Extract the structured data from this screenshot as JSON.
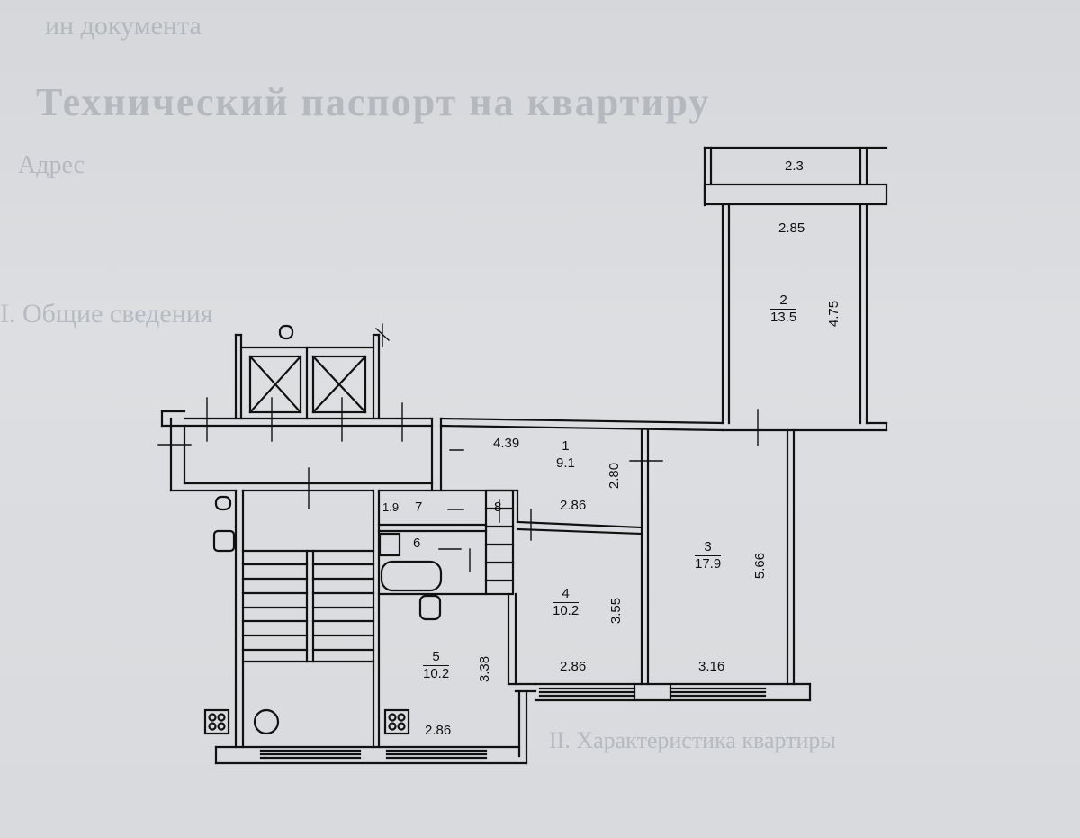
{
  "background_text": {
    "header": "ин документа",
    "doc_title": "Технический паспорт на квартиру",
    "address": "Адрес",
    "section_1": "I. Общие сведения",
    "section_2": "II. Характеристика квартиры"
  },
  "rooms": [
    {
      "number": "1",
      "area": "9.1"
    },
    {
      "number": "2",
      "area": "13.5"
    },
    {
      "number": "3",
      "area": "17.9"
    },
    {
      "number": "4",
      "area": "10.2"
    },
    {
      "number": "5",
      "area": "10.2"
    }
  ],
  "dimensions": {
    "balcony_top": "2.3",
    "room2_width": "2.85",
    "room2_height": "4.75",
    "hall_length": "4.39",
    "room1_depth": "2.80",
    "room1_width": "2.86",
    "room3_height": "5.66",
    "room3_width": "3.16",
    "room4_height": "3.55",
    "room4_width": "2.86",
    "room5_height": "3.38",
    "kitchen_width": "2.86"
  },
  "small_rooms": {
    "wc_area": "1.9",
    "room7": "7",
    "room8": "8",
    "room6": "6"
  },
  "colors": {
    "paper": "#d9dbde",
    "ink": "#111111",
    "faded": "#9a9ea5"
  }
}
